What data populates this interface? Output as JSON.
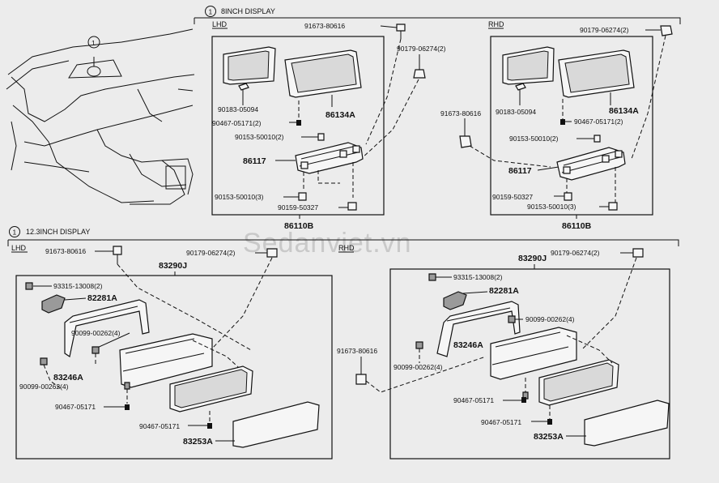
{
  "watermark": "Sedanviet.vn",
  "section_8inch": {
    "marker": "1",
    "title": "8INCH DISPLAY",
    "lhd": {
      "side_label": "LHD",
      "labels": [
        "91673-80616",
        "90179-06274(2)",
        "90183-05094",
        "86134A",
        "90467-05171(2)",
        "90153-50010(2)",
        "86117",
        "90153-50010(3)",
        "90159-50327",
        "86110B"
      ]
    },
    "rhd": {
      "side_label": "RHD",
      "labels": [
        "90179-06274(2)",
        "90183-05094",
        "86134A",
        "90467-05171(2)",
        "91673-80616",
        "90153-50010(2)",
        "86117",
        "90159-50327",
        "90153-50010(3)",
        "86110B"
      ]
    }
  },
  "section_12inch": {
    "marker": "1",
    "title": "12.3INCH DISPLAY",
    "lhd": {
      "side_label": "LHD",
      "labels": [
        "91673-80616",
        "90179-06274(2)",
        "83290J",
        "93315-13008(2)",
        "82281A",
        "90099-00262(4)",
        "83246A",
        "90099-00262(4)",
        "90467-05171",
        "90467-05171",
        "83253A"
      ]
    },
    "rhd": {
      "side_label": "RHD",
      "labels": [
        "90179-06274(2)",
        "83290J",
        "93315-13008(2)",
        "82281A",
        "90099-00262(4)",
        "83246A",
        "91673-80616",
        "90099-00262(4)",
        "90467-05171",
        "90467-05171",
        "83253A"
      ]
    }
  },
  "dash_callout": "1"
}
